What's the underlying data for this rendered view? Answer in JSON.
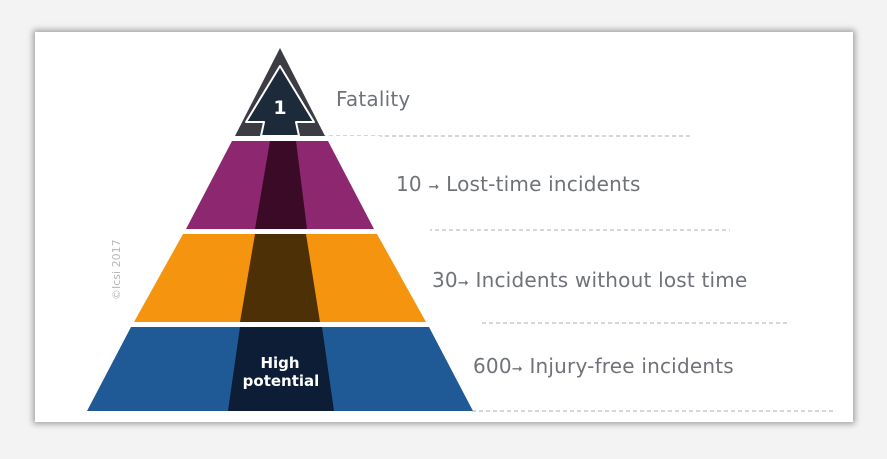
{
  "diagram": {
    "copyright": "©Icsi 2017",
    "apex_number": "1",
    "center_label_line1": "High",
    "center_label_line2": "potential",
    "levels": [
      {
        "count": "",
        "text": "Fatality",
        "color": "#3c3d44"
      },
      {
        "count": "10",
        "arrow": "➞",
        "text": "Lost-time incidents",
        "color": "#8c2770"
      },
      {
        "count": "30",
        "arrow": "➞",
        "text": "Incidents without lost time",
        "color": "#f5940f"
      },
      {
        "count": "600",
        "arrow": "➞",
        "text": "Injury-free incidents",
        "color": "#1f5a96"
      }
    ],
    "colors": {
      "center_column_top": "#3a0a26",
      "center_column_mid": "#4e3006",
      "center_column_bottom": "#0d1d36",
      "text": "#6f7378",
      "divider": "#bdbdbd"
    }
  }
}
